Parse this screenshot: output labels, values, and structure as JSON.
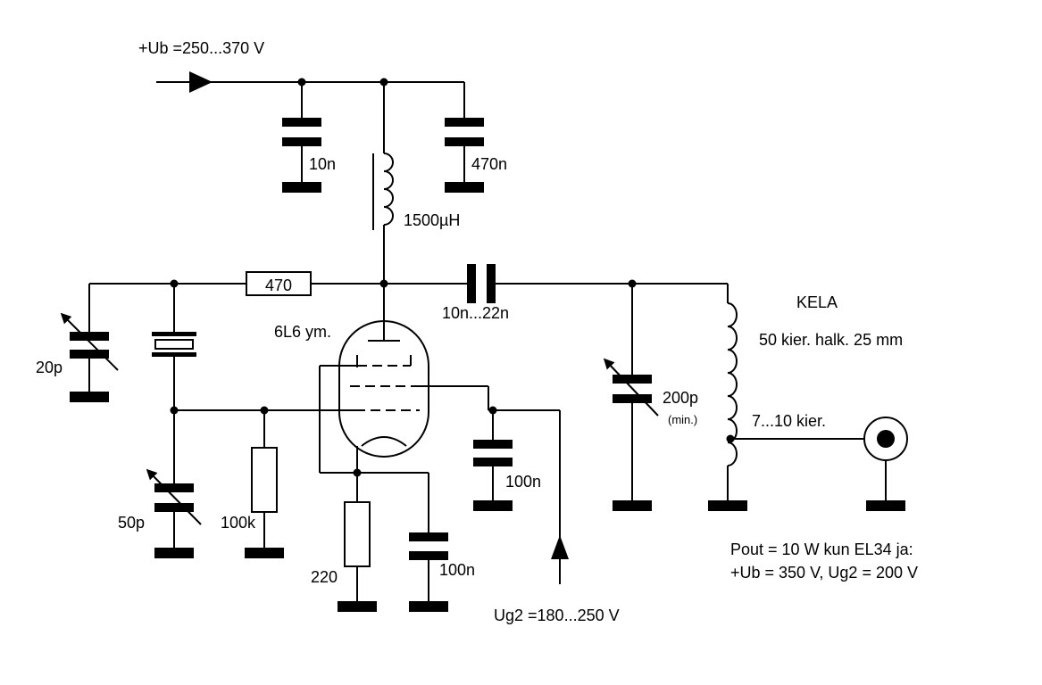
{
  "labels": {
    "supply": "+Ub =250...370 V",
    "c_10n_top": "10n",
    "c_470n": "470n",
    "choke": "1500µH",
    "r_470": "470",
    "c_coupling": "10n...22n",
    "tube": "6L6 ym.",
    "c_20p": "20p",
    "c_50p": "50p",
    "r_100k": "100k",
    "r_220": "220",
    "c_100n_cathode": "100n",
    "c_100n_g2": "100n",
    "ug2": "Ug2 =180...250 V",
    "c_200p": "200p",
    "c_200p_note": "(min.)",
    "coil_title": "KELA",
    "coil_spec": "50 kier. halk. 25 mm",
    "coil_tap": "7...10 kier.",
    "pout_line1": "Pout = 10 W kun EL34 ja:",
    "pout_line2": "+Ub = 350 V, Ug2 = 200 V"
  }
}
